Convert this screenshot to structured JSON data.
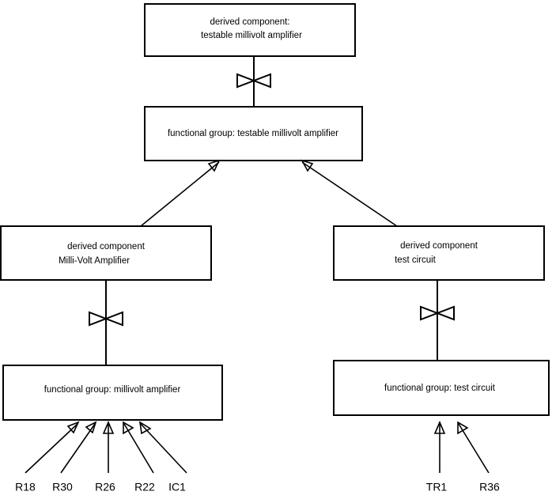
{
  "diagram": {
    "title": "testable millivolt amplifier derivation diagram",
    "background_color": "#ffffff",
    "line_color": "#000000",
    "nodes": [
      {
        "id": "derived-testable-millivolt-amplifier",
        "kind": "derived component",
        "line1": "derived component:",
        "line2": "testable millivolt amplifier"
      },
      {
        "id": "fg-testable-millivolt-amplifier",
        "kind": "functional group",
        "line1": "functional group: testable millivolt amplifier",
        "line2": ""
      },
      {
        "id": "derived-milli-volt-amplifier",
        "kind": "derived component",
        "line1": "derived component",
        "line2": "Milli-Volt Amplifier"
      },
      {
        "id": "derived-test-circuit",
        "kind": "derived component",
        "line1": "derived component",
        "line2": "test circuit"
      },
      {
        "id": "fg-millivolt-amplifier",
        "kind": "functional group",
        "line1": "functional group: millivolt amplifier",
        "line2": ""
      },
      {
        "id": "fg-test-circuit",
        "kind": "functional group",
        "line1": "functional group: test circuit",
        "line2": ""
      }
    ],
    "connectors": [
      {
        "id": "bowtie-top",
        "type": "bowtie-icon"
      },
      {
        "id": "bowtie-left",
        "type": "bowtie-icon"
      },
      {
        "id": "bowtie-right",
        "type": "bowtie-icon"
      }
    ],
    "leaf_labels_left": [
      {
        "id": "leaf-r18",
        "label": "R18"
      },
      {
        "id": "leaf-r30",
        "label": "R30"
      },
      {
        "id": "leaf-r26",
        "label": "R26"
      },
      {
        "id": "leaf-r22",
        "label": "R22"
      },
      {
        "id": "leaf-ic1",
        "label": "IC1"
      }
    ],
    "leaf_labels_right": [
      {
        "id": "leaf-tr1",
        "label": "TR1"
      },
      {
        "id": "leaf-r36",
        "label": "R36"
      }
    ]
  }
}
